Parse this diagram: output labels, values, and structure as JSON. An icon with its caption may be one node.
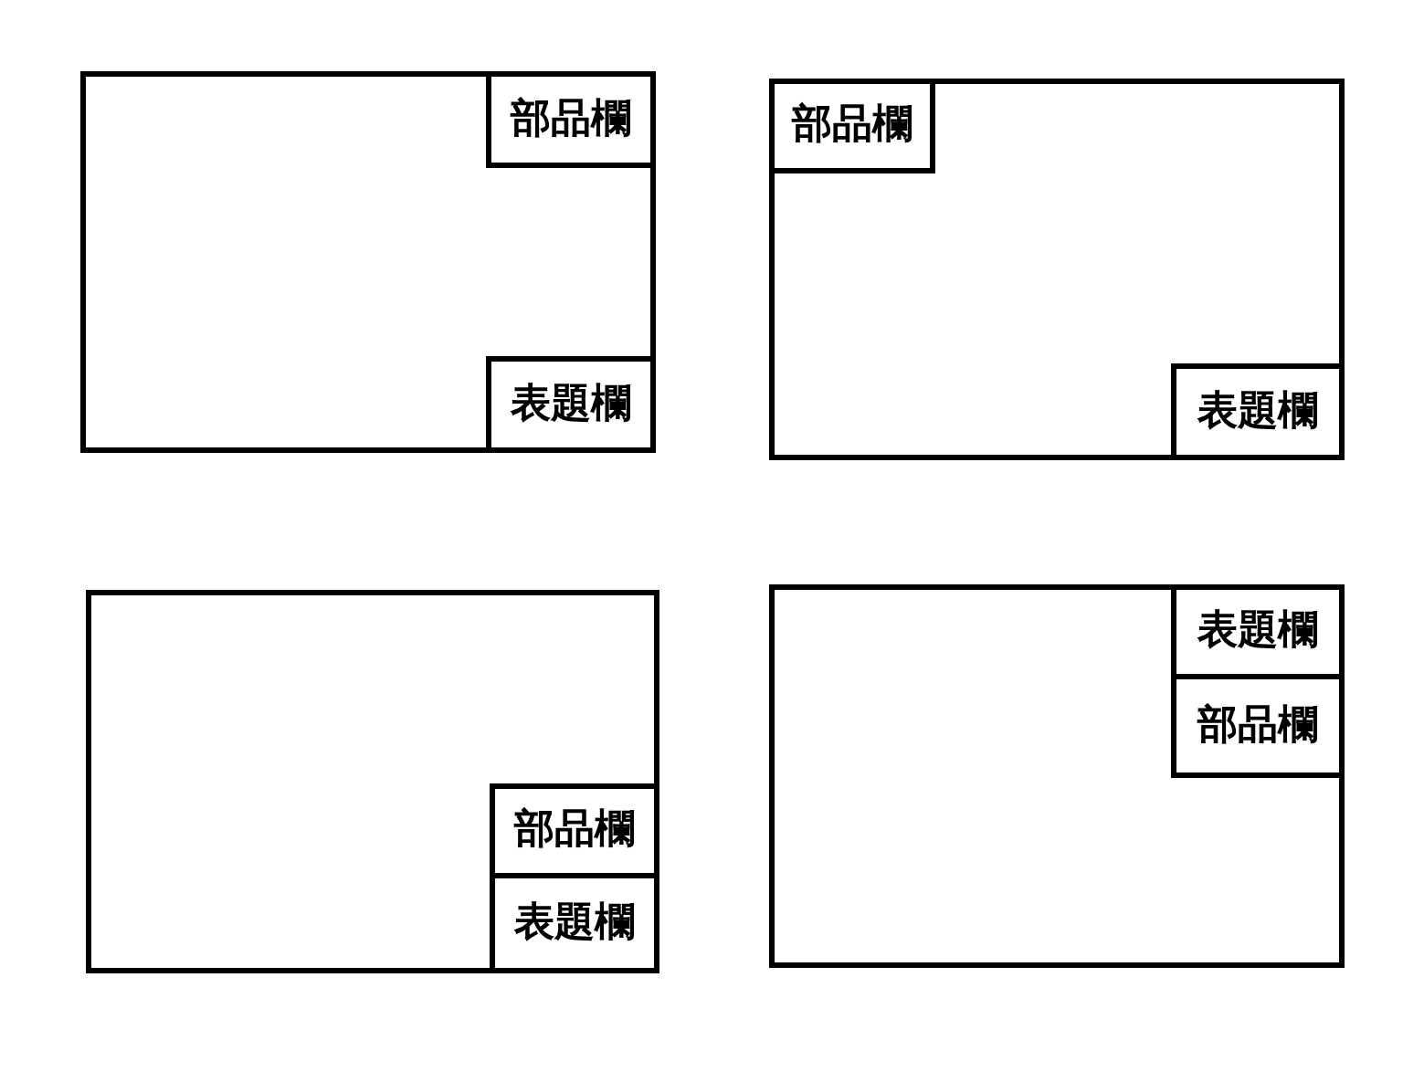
{
  "diagram": {
    "nodes": [
      {
        "text": [],
        "shape": "box"
      },
      {
        "text": [
          "部品欄"
        ],
        "in": 0
      },
      {
        "text": [
          "表題欄"
        ],
        "in": 0
      },
      {
        "text": [],
        "shape": "box"
      },
      {
        "text": [
          "部品欄"
        ],
        "in": 3
      },
      {
        "text": [
          "表題欄"
        ],
        "in": 3
      },
      {
        "text": [],
        "shape": "box"
      },
      {
        "text": [
          "部品欄"
        ],
        "in": 6
      },
      {
        "text": [
          "表題欄"
        ],
        "in": 6
      },
      {
        "text": [],
        "shape": "box"
      },
      {
        "text": [
          "表題欄"
        ],
        "in": 9
      },
      {
        "text": [
          "部品欄"
        ],
        "in": 9
      }
    ]
  }
}
